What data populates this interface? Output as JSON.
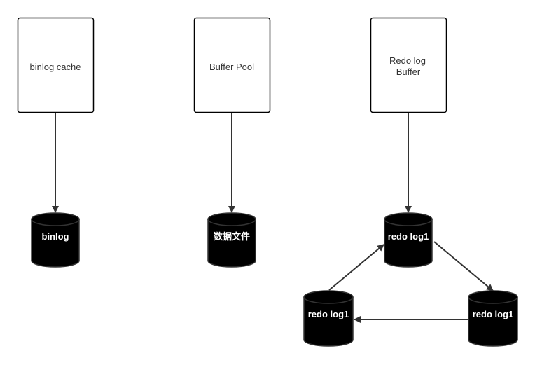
{
  "diagram": {
    "colors": {
      "box_border": "#000000",
      "box_fill": "#ffffff",
      "cylinder_fill": "#000000",
      "cylinder_stroke": "#333333",
      "arrow": "#333333",
      "box_text": "#333333",
      "cylinder_text": "#ffffff"
    },
    "boxes": {
      "binlog_cache": {
        "lines": [
          "binlog cache"
        ]
      },
      "buffer_pool": {
        "lines": [
          "Buffer Pool"
        ]
      },
      "redo_log_buffer": {
        "lines": [
          "Redo log",
          "Buffer"
        ]
      }
    },
    "cylinders": {
      "binlog": {
        "label": "binlog"
      },
      "data_file": {
        "label": "数据文件"
      },
      "redo_log_top": {
        "label": "redo log1"
      },
      "redo_log_left": {
        "label": "redo log1"
      },
      "redo_log_right": {
        "label": "redo log1"
      }
    }
  }
}
